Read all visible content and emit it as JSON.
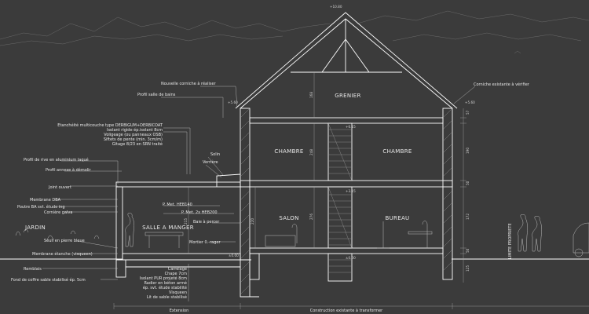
{
  "rooms": {
    "grenier": "GRENIER",
    "chambre_left": "CHAMBRE",
    "chambre_right": "CHAMBRE",
    "salon": "SALON",
    "bureau": "BUREAU",
    "salle_a_manger": "SALLE A MANGER",
    "jardin": "JARDIN"
  },
  "levels": {
    "top": "+10.80",
    "attic_floor": "+6.15",
    "first_floor": "+3.15",
    "ground": "±0.00",
    "eave_left": "+5.60",
    "eave_right": "+5.60",
    "ground_left": "±0.00"
  },
  "dims": {
    "attic_h": "168",
    "first_h": "248",
    "ground_h": "276",
    "ext_h": "215",
    "right_1": "57",
    "right_2": "190",
    "right_3": "50",
    "right_4": "172",
    "right_5": "50",
    "right_6": "125",
    "ext_opening": "220"
  },
  "notes_left": {
    "corniche_new": "Nouvelle corniche à réaliser",
    "profil_sdb": "Profil salle de bains",
    "etancheite_1": "Etanchéité multicouche type DERBIGUM+DERBICOAT",
    "etancheite_2": "Isolant rigide ép.isolant 8cm",
    "etancheite_3": "Voligeage (ou panneaux OSB)",
    "etancheite_4": "Siftets de pente (min. 3cm/m)",
    "etancheite_5": "Gitage 8/23 en SRN traité",
    "solin": "Solin",
    "verriere": "Verrière",
    "profil_rive": "Profil de rive en aluminium laqué",
    "profil_annexe": "Profil annexe à démolir",
    "joint_ouvert": "Joint ouvert",
    "membrane_dba": "Membrane DBA",
    "poutre_ba": "Poutre BA svt. étude ing",
    "corniere": "Cornière galva",
    "pmet1": "P. Met. HEB140",
    "pmet2": "P. Met. 2x HEB200",
    "baie": "Baie à percer",
    "seuil": "Seuil en pierre bleue",
    "membrane_etanche": "Membrane étanche (visqueen)",
    "mortier": "Mortier 0.-rager",
    "remblais": "Remblais",
    "fond_coffre": "Fond de coffre sable stabilisé ép. 5cm"
  },
  "slab_notes": {
    "l1": "Carrelage",
    "l2": "Chape 7cm",
    "l3": "Isolant PUR projeté 8cm",
    "l4": "Radier en béton armé",
    "l5": "ép. svt. étude stabilité",
    "l6": "Visqueen",
    "l7": "Lit de sable stabilisé"
  },
  "notes_right": {
    "corniche_existing": "Corniche existante à vérifier",
    "limite": "LIMITE PROPRIETE"
  },
  "bottom": {
    "extension": "Extension",
    "existing": "Construction existante à transformer"
  }
}
